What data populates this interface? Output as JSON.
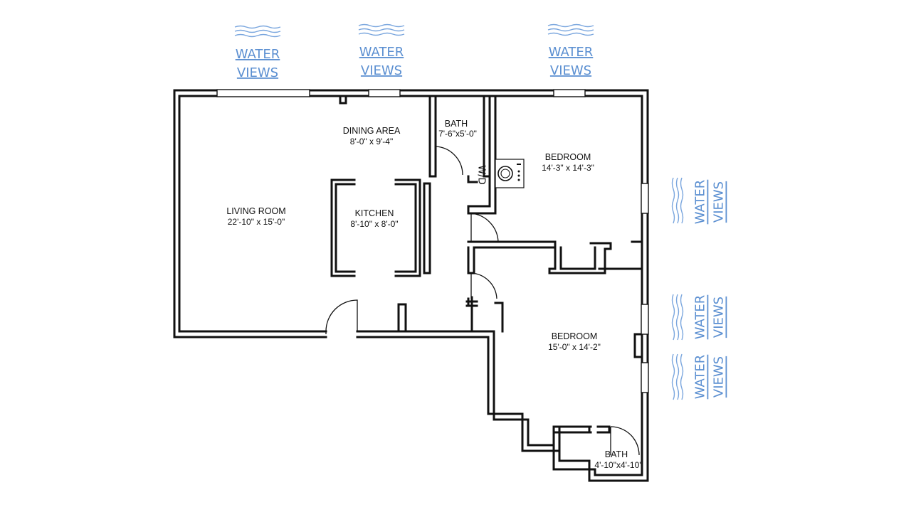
{
  "view_label_1": "WATER",
  "view_label_2": "VIEWS",
  "washer_dryer": "W/D",
  "rooms": {
    "living": {
      "name": "LIVING ROOM",
      "dims": "22'-10\" x 15'-0\""
    },
    "dining": {
      "name": "DINING AREA",
      "dims": "8'-0\" x 9'-4\""
    },
    "kitchen": {
      "name": "KITCHEN",
      "dims": "8'-10\" x 8'-0\""
    },
    "bath1": {
      "name": "BATH",
      "dims": "7'-6\"x5'-0\""
    },
    "bedroom1": {
      "name": "BEDROOM",
      "dims": "14'-3\" x 14'-3\""
    },
    "bedroom2": {
      "name": "BEDROOM",
      "dims": "15'-0\" x 14'-2\""
    },
    "bath2": {
      "name": "BATH",
      "dims": "4'-10\"x4'-10'"
    }
  },
  "colors": {
    "walls": "#111111",
    "water_views": "#5b8fd1",
    "waves": "#7aa6de",
    "background": "#ffffff"
  },
  "icons": [
    "wave-icon",
    "washer-dryer-icon"
  ]
}
